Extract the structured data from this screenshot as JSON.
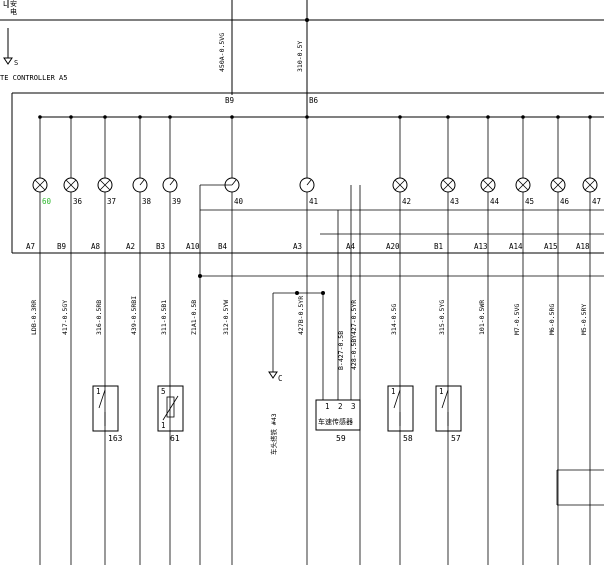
{
  "header": {
    "top_left_fragment_1": "L",
    "top_left_fragment_2": "安",
    "top_left_fragment_3": "电",
    "ground_label": "S",
    "controller_label": "TE CONTROLLER A5"
  },
  "top_wires": [
    {
      "id": "w450",
      "label": "450A-0.5VG",
      "connector": "B9"
    },
    {
      "id": "w310",
      "label": "310-0.5Y",
      "connector": "B6"
    }
  ],
  "indicators": [
    {
      "num": "60",
      "color": "#2db82d",
      "type": "lamp",
      "pin": "A7",
      "wire": "LDB-0.3RR"
    },
    {
      "num": "36",
      "color": "#000000",
      "type": "lamp",
      "pin": "B9",
      "wire": "417-0.5GY"
    },
    {
      "num": "37",
      "color": "#000000",
      "type": "lamp",
      "pin": "A8",
      "wire": "316-0.5RB"
    },
    {
      "num": "38",
      "color": "#000000",
      "type": "gauge",
      "pin": "A2",
      "wire": "439-0.5RBI"
    },
    {
      "num": "39",
      "color": "#000000",
      "type": "gauge",
      "pin": "B3",
      "wire": "311-0.5B1"
    },
    {
      "num": "",
      "color": "#000000",
      "type": "none",
      "pin": "A10",
      "wire": "Z1A1-0.5B"
    },
    {
      "num": "40",
      "color": "#000000",
      "type": "gauge",
      "pin": "B4",
      "wire": "312-0.5YW"
    },
    {
      "num": "41",
      "color": "#000000",
      "type": "gauge",
      "pin": "A3",
      "wire": "427B-0.5YR"
    },
    {
      "num": "",
      "color": "#000000",
      "type": "none",
      "pin": "A4",
      "wire": "427-0.5YR"
    },
    {
      "num": "42",
      "color": "#000000",
      "type": "lamp",
      "pin": "A20",
      "wire": "314-0.5G"
    },
    {
      "num": "43",
      "color": "#000000",
      "type": "lamp",
      "pin": "B1",
      "wire": "315-0.5YG"
    },
    {
      "num": "44",
      "color": "#000000",
      "type": "lamp",
      "pin": "A13",
      "wire": "101-0.5WR"
    },
    {
      "num": "45",
      "color": "#000000",
      "type": "lamp",
      "pin": "A14",
      "wire": "M7-0.5VG"
    },
    {
      "num": "46",
      "color": "#000000",
      "type": "lamp",
      "pin": "A15",
      "wire": "M6-0.5RG"
    },
    {
      "num": "47",
      "color": "#000000",
      "type": "lamp",
      "pin": "A18",
      "wire": "M5-0.5RY"
    }
  ],
  "extra_wires": [
    {
      "label": "B-427-0.5B"
    },
    {
      "label": "428-0.5BY"
    }
  ],
  "components": [
    {
      "id": "sw163",
      "label": "163",
      "pin_top": "1",
      "pin_bottom": ""
    },
    {
      "id": "sen61",
      "label": "61",
      "pin_top": "5",
      "pin_bottom": "1"
    },
    {
      "id": "sensor59",
      "label": "59",
      "text": "车速传感器",
      "pins": [
        "1",
        "2",
        "3"
      ]
    },
    {
      "id": "sw58",
      "label": "58",
      "pin_top": "1",
      "pin_bottom": ""
    },
    {
      "id": "sw57",
      "label": "57",
      "pin_top": "1",
      "pin_bottom": ""
    }
  ],
  "ground_points": [
    {
      "label": "C",
      "note": "车头搭铁 #43"
    }
  ],
  "colors": {
    "line": "#000000",
    "highlight_number": "#2db82d"
  }
}
